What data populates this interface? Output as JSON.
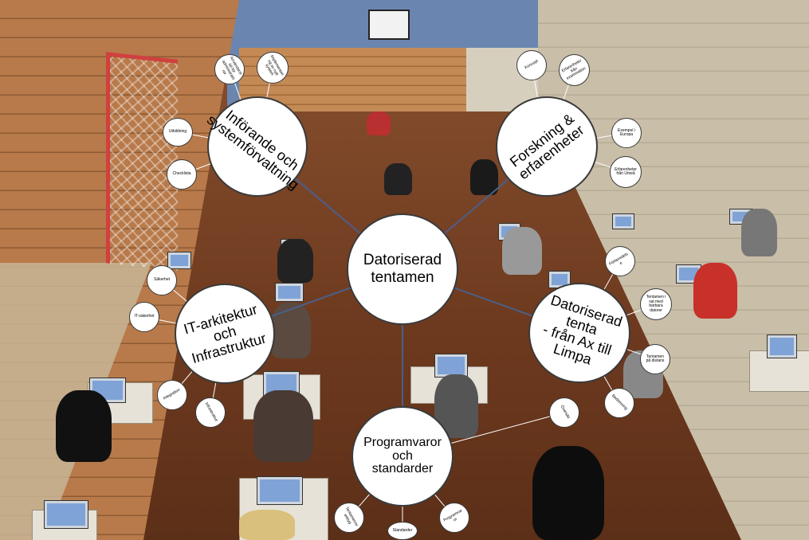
{
  "center_node": {
    "line1": "Datoriserad",
    "line2": "tentamen"
  },
  "main_nodes": [
    {
      "id": "inforande",
      "line1": "Införande och",
      "line2": "systemförvaltning"
    },
    {
      "id": "forskning",
      "line1": "Forskning &",
      "line2": "erfarenheter"
    },
    {
      "id": "it_arkitektur",
      "line1": "IT-arkitektur och",
      "line2": "Infrastruktur"
    },
    {
      "id": "ax_limpa",
      "line1": "Datoriserad tenta",
      "line2": "- från Ax till Limpa"
    },
    {
      "id": "programvaror",
      "line1": "Programvaror och",
      "line2": "standarder"
    }
  ],
  "sub_nodes": [
    {
      "id": "n1",
      "label": "Användarstöd för administratörer"
    },
    {
      "id": "n2",
      "label": "Implementering av nytt system"
    },
    {
      "id": "n3",
      "label": "Utbildning"
    },
    {
      "id": "n4",
      "label": "Checklista"
    },
    {
      "id": "n5",
      "label": "Koncept"
    },
    {
      "id": "n6",
      "label": "Erfarenheter från examination"
    },
    {
      "id": "n7",
      "label": "Exempel i Europa"
    },
    {
      "id": "n8",
      "label": "Erfarenheter från Umeå"
    },
    {
      "id": "n9",
      "label": "Förberedelse"
    },
    {
      "id": "n10",
      "label": "Tentamen i sal med bärbara datorer"
    },
    {
      "id": "n11",
      "label": "Tentamen på distans"
    },
    {
      "id": "n12",
      "label": "Bedömning"
    },
    {
      "id": "n13",
      "label": "Säkerhet"
    },
    {
      "id": "n14",
      "label": "IT-säkerhet"
    },
    {
      "id": "n15",
      "label": "Integration"
    },
    {
      "id": "n16",
      "label": "Infrastruktur"
    },
    {
      "id": "n17",
      "label": "Översikt"
    },
    {
      "id": "n18",
      "label": "Tentamensverktyg"
    },
    {
      "id": "n19",
      "label": "Standarder"
    },
    {
      "id": "n20",
      "label": "Programvaror"
    }
  ]
}
